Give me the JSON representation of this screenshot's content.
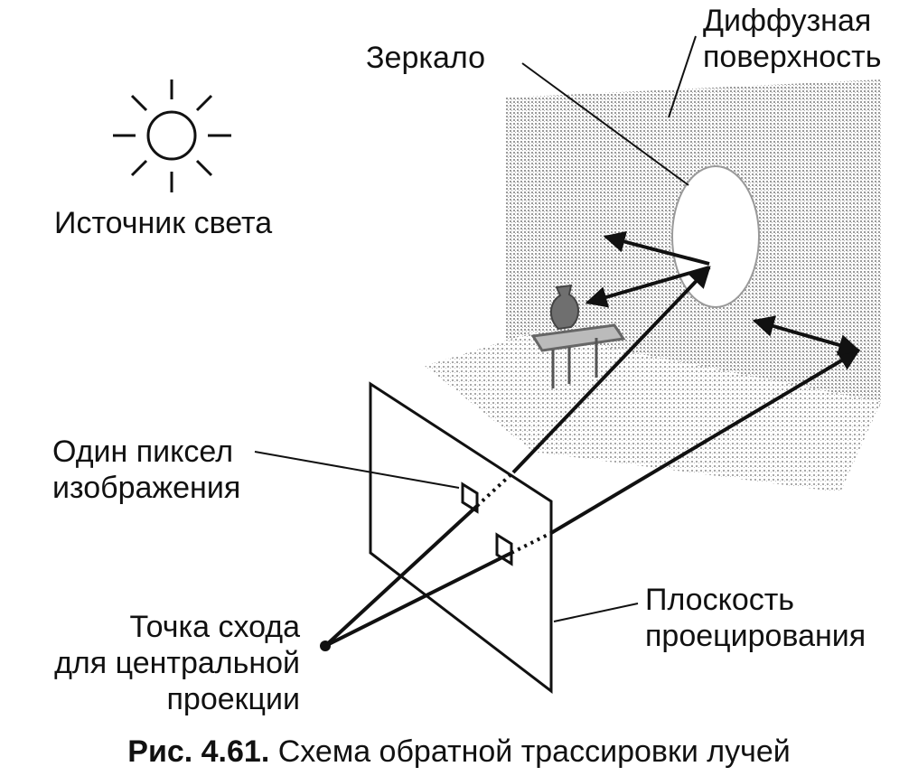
{
  "labels": {
    "mirror": "Зеркало",
    "diffuse_line1": "Диффузная",
    "diffuse_line2": "поверхность",
    "light_source": "Источник света",
    "pixel_line1": "Один пиксел",
    "pixel_line2": "изображения",
    "vanishing_line1": "Точка схода",
    "vanishing_line2": "для центральной",
    "vanishing_line3": "проекции",
    "plane_line1": "Плоскость",
    "plane_line2": "проецирования"
  },
  "caption": {
    "number": "Рис. 4.61.",
    "text": "Схема обратной трассировки лучей"
  },
  "colors": {
    "ink": "#111111",
    "stipple": "#bdbdbd",
    "paper": "#ffffff"
  }
}
